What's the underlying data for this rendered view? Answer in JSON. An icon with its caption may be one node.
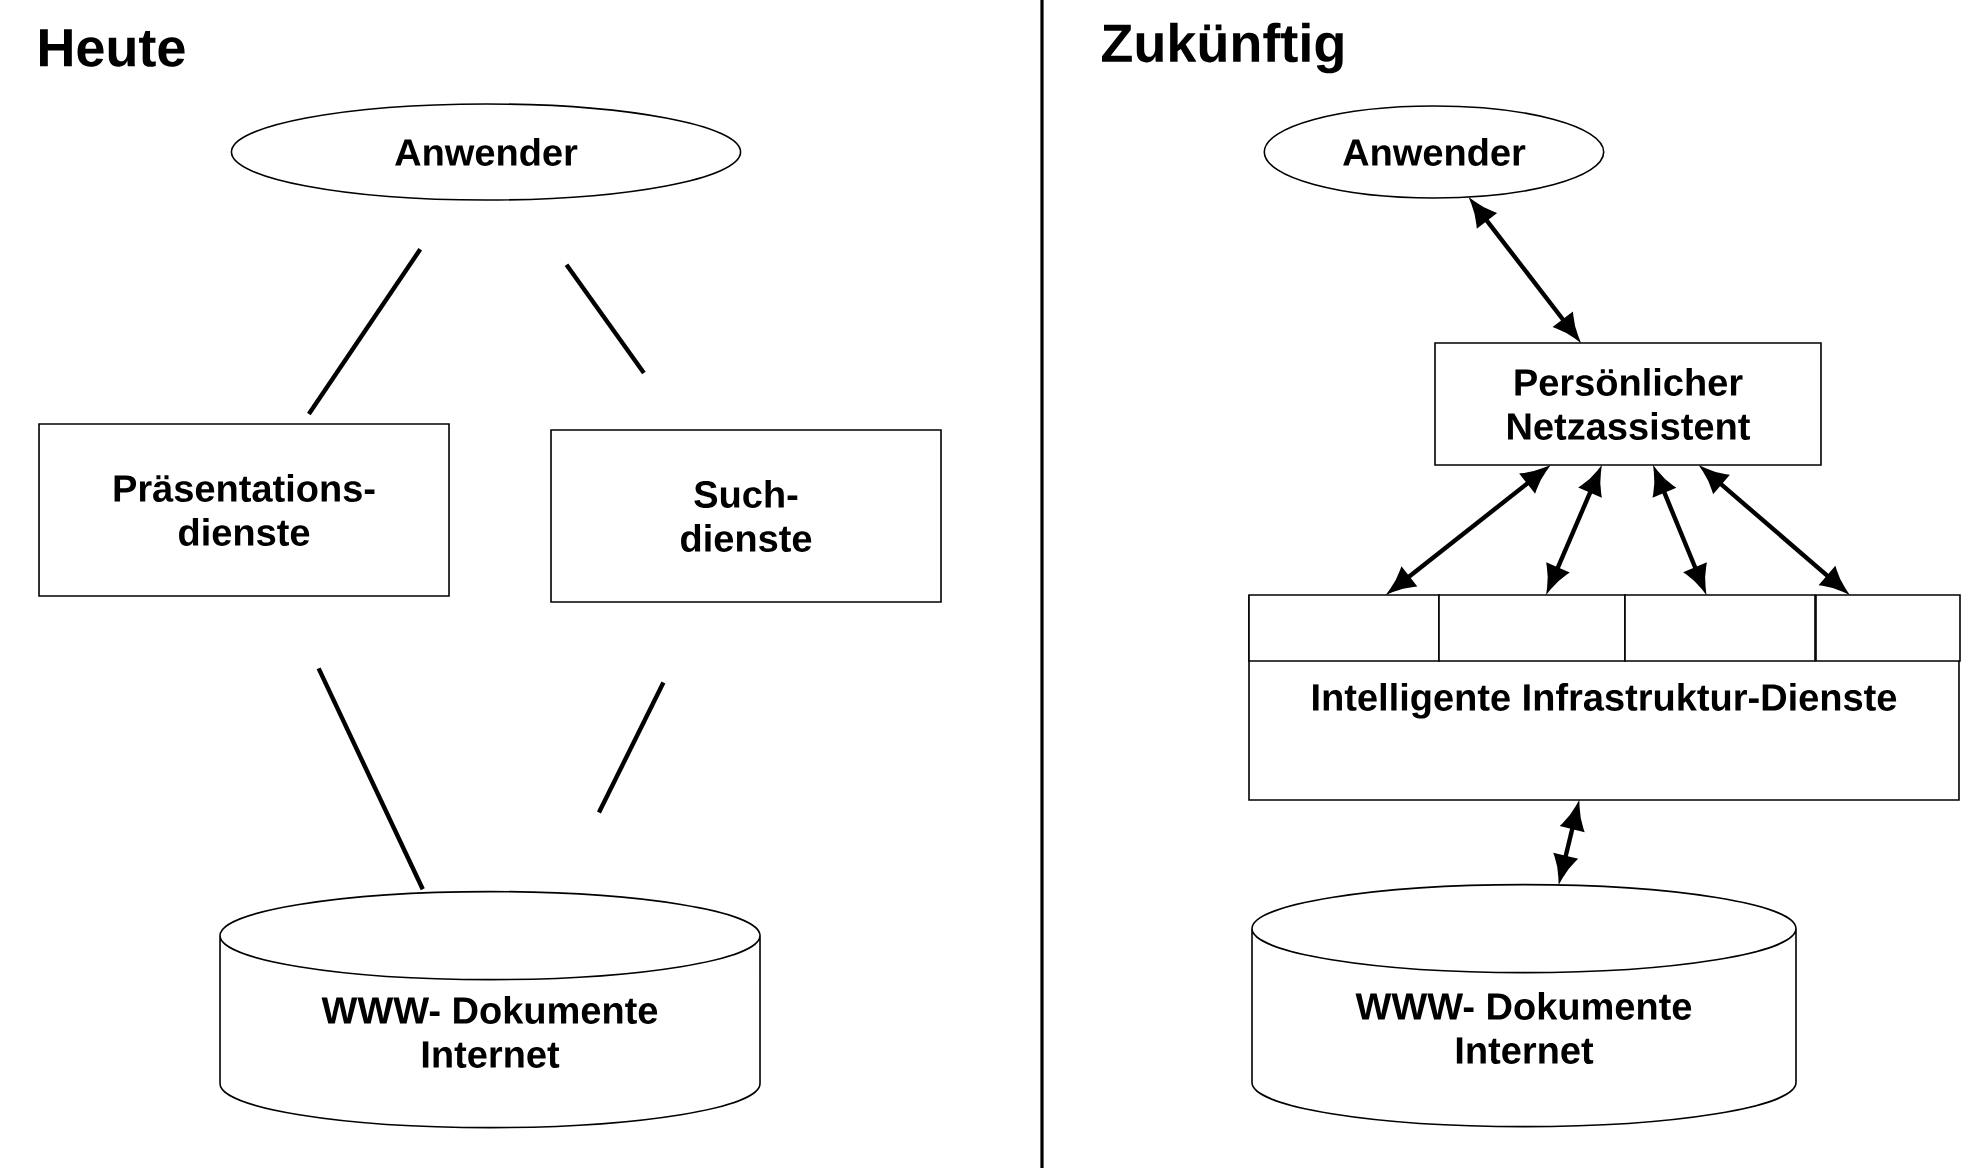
{
  "diagram": {
    "nodes": [
      {
        "text": [
          "Anwender"
        ]
      },
      {
        "text": [
          "Präsentations- dienste"
        ]
      },
      {
        "text": [
          "Such- dienste"
        ]
      },
      {
        "text": [
          "WWW- Dokumente Internet"
        ]
      },
      {
        "text": [
          "Anwender"
        ]
      },
      {
        "text": [
          "Persönlicher Netzassistent"
        ]
      },
      {
        "text": [
          "Intelligente Infrastruktur-Dienste"
        ]
      },
      {
        "text": [],
        "shape": "box",
        "in": 6
      },
      {
        "text": [],
        "shape": "box",
        "in": 6
      },
      {
        "text": [],
        "shape": "box",
        "in": 6
      },
      {
        "text": [],
        "shape": "box",
        "in": 6
      },
      {
        "text": [
          "WWW- Dokumente Internet"
        ]
      }
    ],
    "edges": [
      {
        "from": 0,
        "to": 1,
        "arrow": "none"
      },
      {
        "from": 0,
        "to": 2,
        "arrow": "none"
      },
      {
        "from": 1,
        "to": 3,
        "arrow": "none"
      },
      {
        "from": 2,
        "to": 3,
        "arrow": "none"
      },
      {
        "from": 4,
        "to": 5,
        "arrow": "both"
      },
      {
        "from": 5,
        "to": 7,
        "arrow": "both"
      },
      {
        "from": 5,
        "to": 8,
        "arrow": "both"
      },
      {
        "from": 5,
        "to": 9,
        "arrow": "both"
      },
      {
        "from": 5,
        "to": 10,
        "arrow": "both"
      },
      {
        "from": 6,
        "to": 11,
        "arrow": "both"
      }
    ],
    "labels": [
      "Heute",
      "Zukünftig"
    ]
  }
}
